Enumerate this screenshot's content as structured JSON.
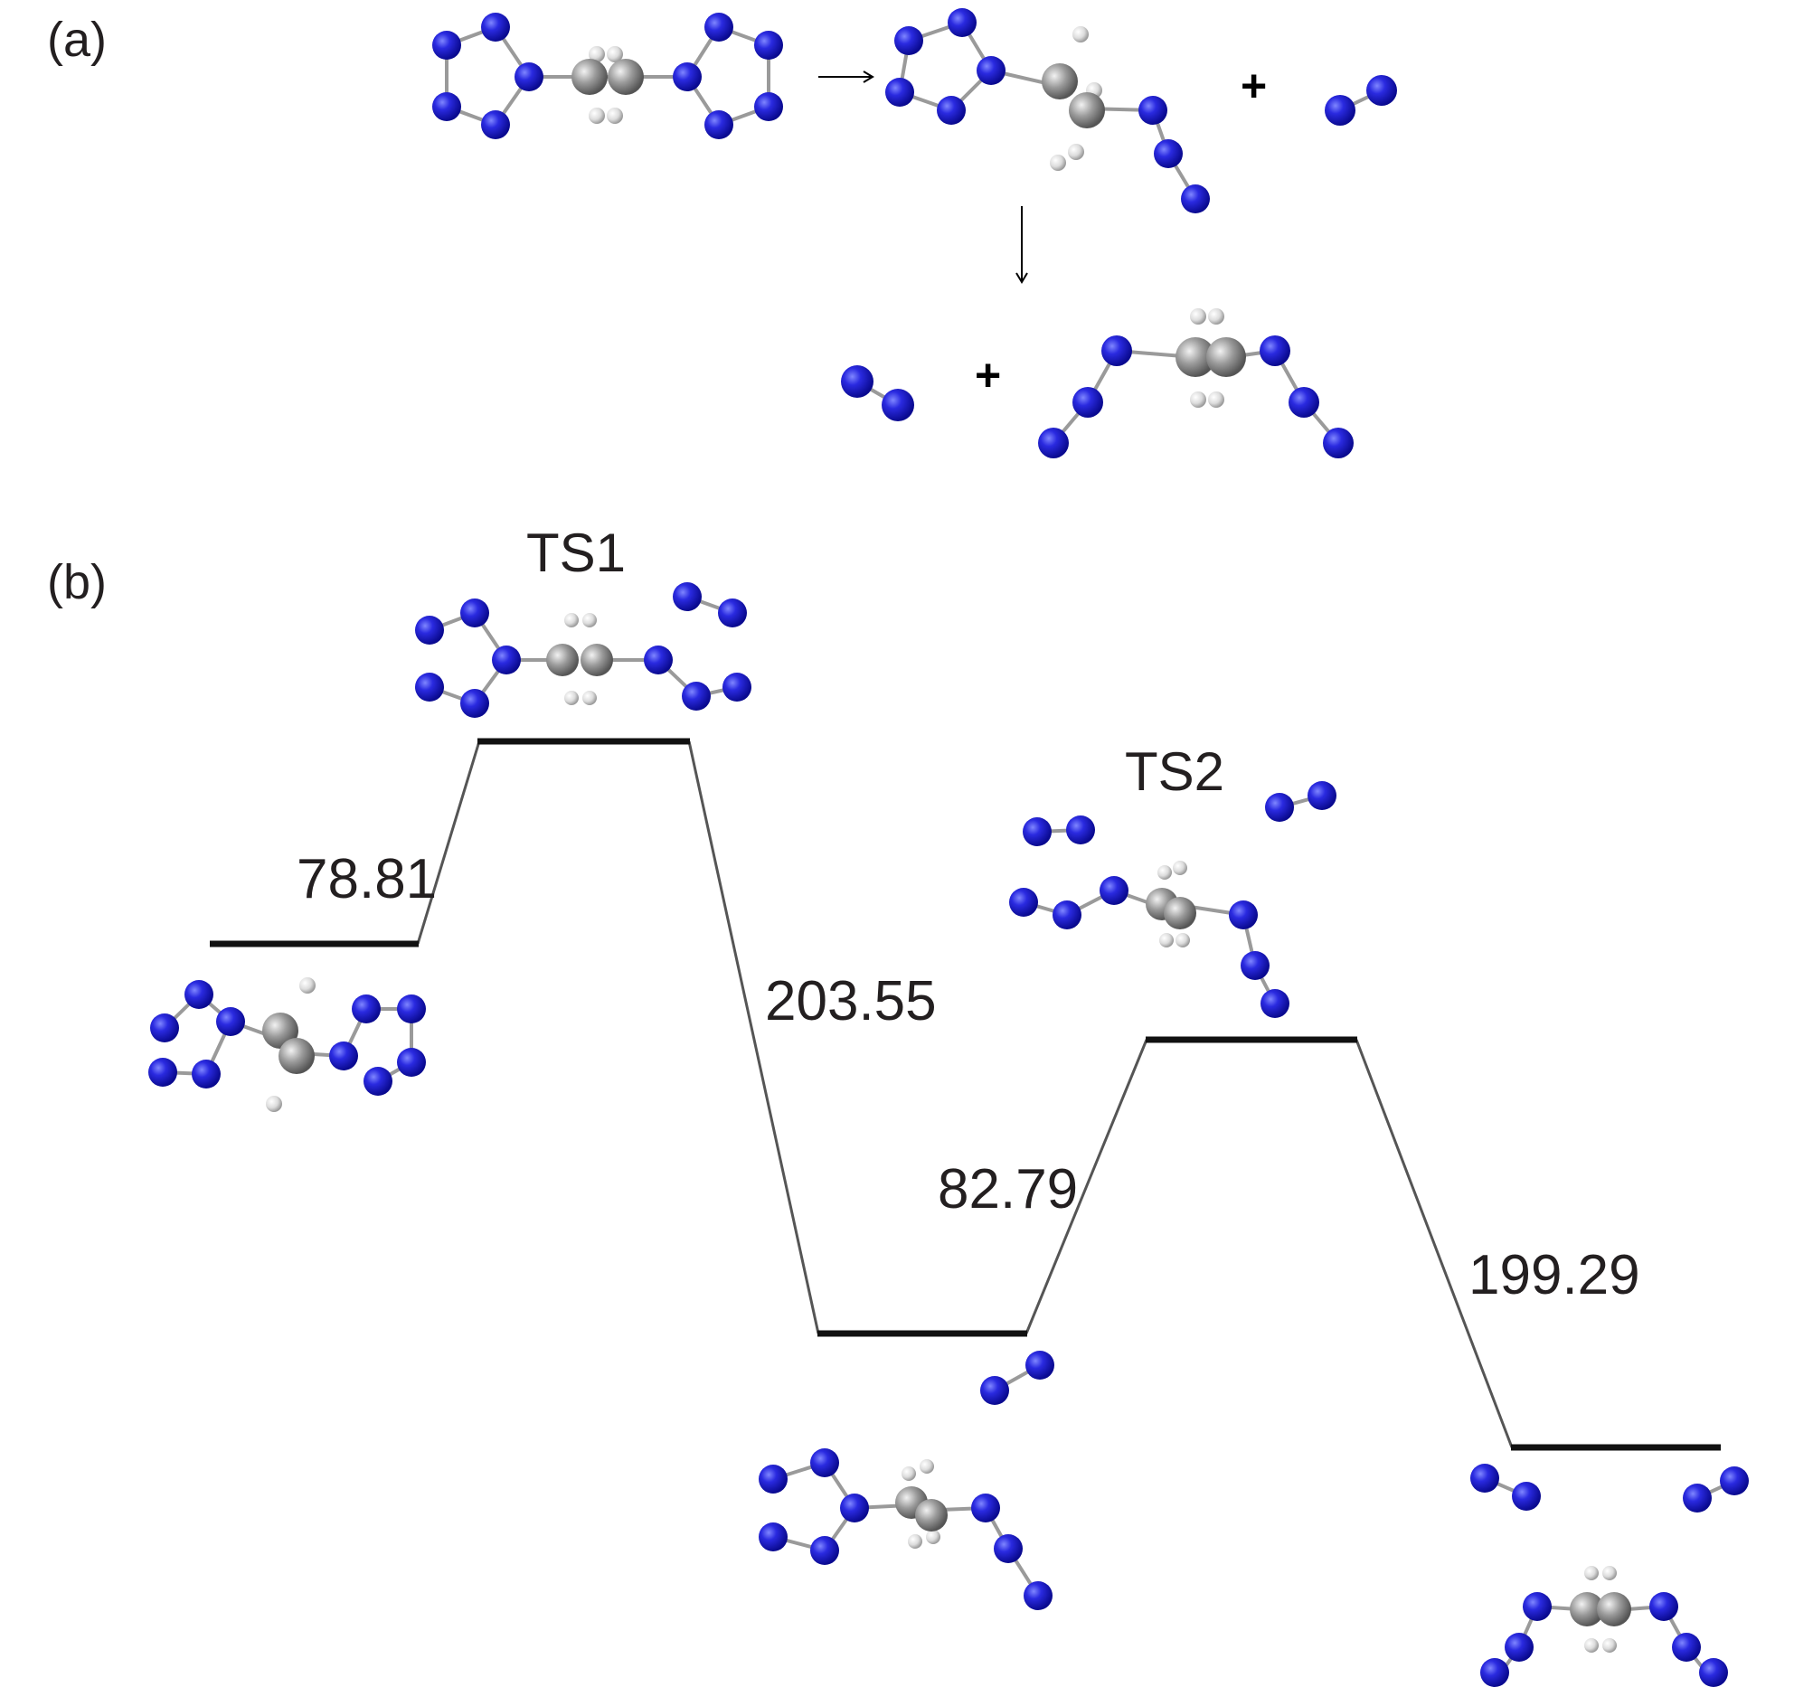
{
  "panel_a": {
    "label": "(a)",
    "plus_1": "+",
    "plus_2": "+"
  },
  "panel_b": {
    "label": "(b)",
    "ts1_label": "TS1",
    "ts2_label": "TS2",
    "barriers": {
      "b1": "78.81",
      "b2": "203.55",
      "b3": "82.79",
      "b4": "199.29"
    }
  },
  "colors": {
    "nitrogen": "#1a1ad0",
    "carbon": "#8a8a8a",
    "hydrogen": "#e8e8e8",
    "bond": "#9a9a9a",
    "level": "#111111",
    "connector": "#555555"
  }
}
